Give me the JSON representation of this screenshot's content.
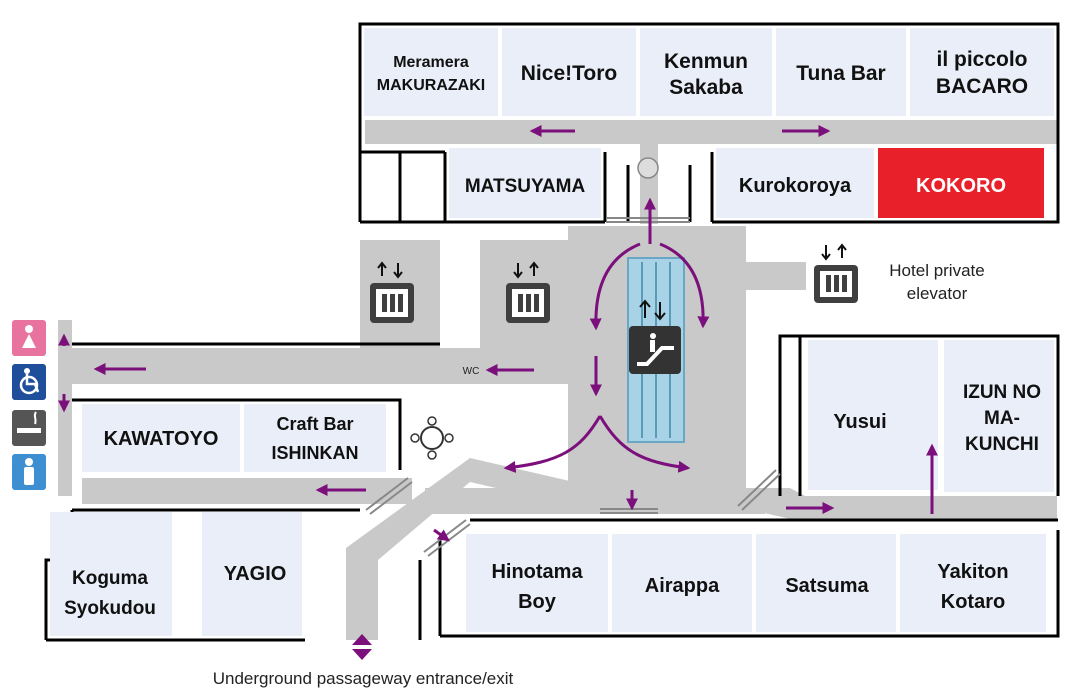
{
  "shops": {
    "meramera": {
      "line1": "Meramera",
      "line2": "MAKURAZAKI"
    },
    "nicetoro": {
      "line1": "Nice!Toro"
    },
    "kenmun": {
      "line1": "Kenmun",
      "line2": "Sakaba"
    },
    "tuna_bar": {
      "line1": "Tuna Bar"
    },
    "il_piccolo": {
      "line1": "il piccolo",
      "line2": "BACARO"
    },
    "matsuyama": {
      "line1": "MATSUYAMA"
    },
    "kurokoroya": {
      "line1": "Kurokoroya"
    },
    "kokoro": {
      "line1": "KOKORO",
      "highlight_color": "#e8202a"
    },
    "kawatoyo": {
      "line1": "KAWATOYO"
    },
    "craft_bar": {
      "line1": "Craft Bar",
      "line2": "ISHINKAN"
    },
    "yusui": {
      "line1": "Yusui"
    },
    "izun": {
      "line1": "IZUN NO",
      "line2": "MA-",
      "line3": "KUNCHI"
    },
    "koguma": {
      "line1": "Koguma",
      "line2": "Syokudou"
    },
    "yagio": {
      "line1": "YAGIO"
    },
    "hinotama": {
      "line1": "Hinotama",
      "line2": "Boy"
    },
    "airappa": {
      "line1": "Airappa"
    },
    "satsuma": {
      "line1": "Satsuma"
    },
    "yakiton": {
      "line1": "Yakiton",
      "line2": "Kotaro"
    }
  },
  "labels": {
    "wc": "WC",
    "hotel_elevator_line1": "Hotel private",
    "hotel_elevator_line2": "elevator",
    "underground": "Underground passageway entrance/exit"
  },
  "colors": {
    "arrow": "#7b0f7b",
    "shop_fill": "#eaeef8",
    "corridor": "#c9c9c9",
    "women_icon": "#e8739e",
    "accessible_icon": "#1f4e9a",
    "smoking_icon": "#555555",
    "men_icon": "#3d8fd1"
  },
  "icons": {
    "facilities": [
      "women-restroom-icon",
      "accessible-restroom-icon",
      "smoking-area-icon",
      "men-restroom-icon"
    ],
    "elevator": "elevator-icon",
    "escalator": "escalator-icon"
  }
}
